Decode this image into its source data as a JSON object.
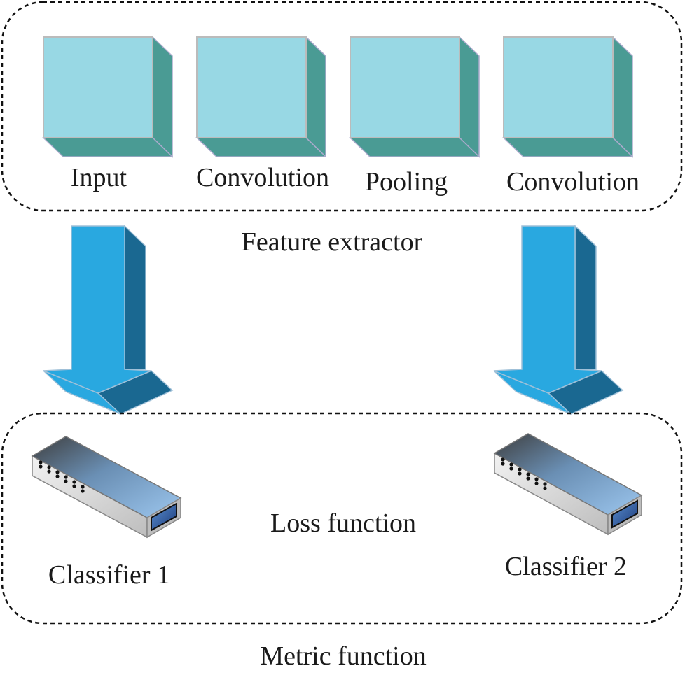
{
  "feature_extractor": {
    "title": "Feature extractor",
    "layers": [
      {
        "label": "Input"
      },
      {
        "label": "Convolution"
      },
      {
        "label": "Pooling"
      },
      {
        "label": "Convolution"
      }
    ]
  },
  "metric_function": {
    "title": "Metric function",
    "center_label": "Loss function",
    "classifiers": [
      {
        "label": "Classifier 1"
      },
      {
        "label": "Classifier 2"
      }
    ]
  },
  "colors": {
    "cube_front": "#98d8e4",
    "cube_side": "#4a9b94",
    "arrow_front": "#29a8e0",
    "arrow_side": "#1a6891"
  }
}
